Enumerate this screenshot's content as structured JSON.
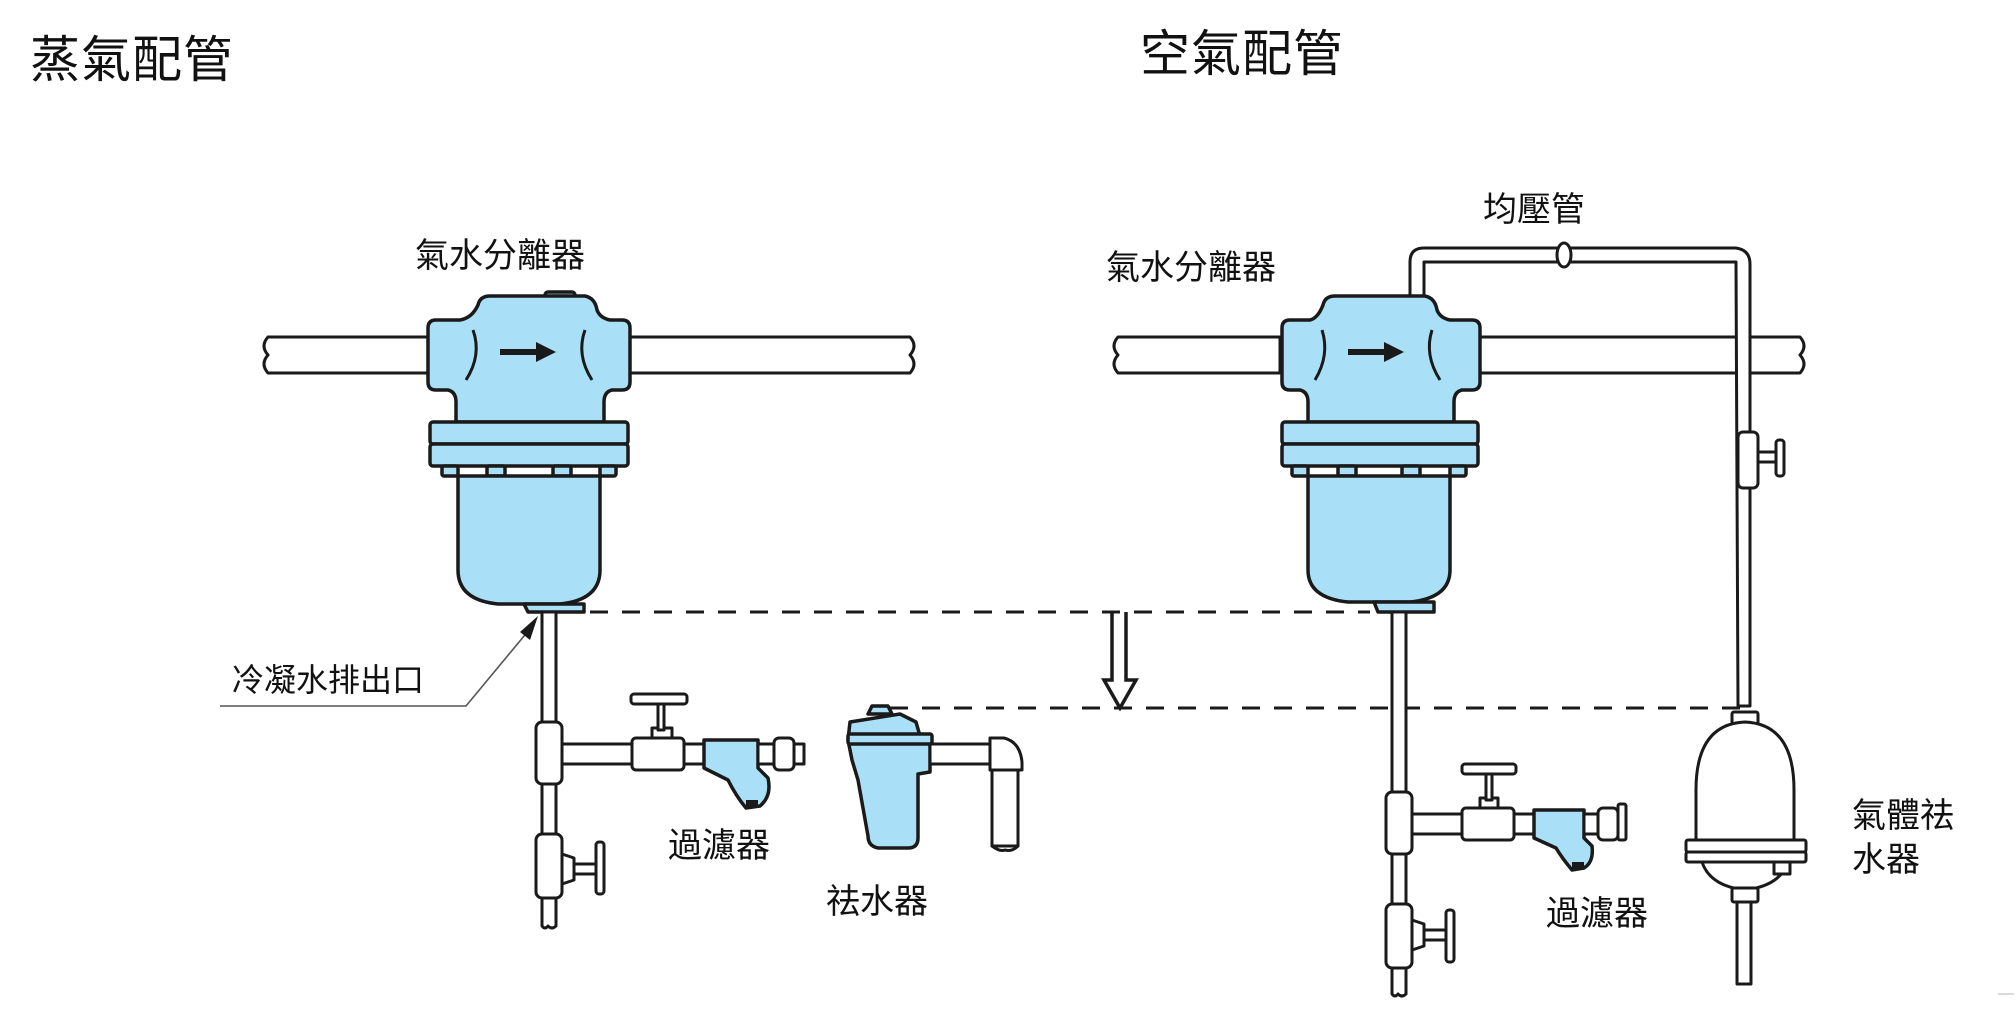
{
  "titles": {
    "steam_piping": "蒸氣配管",
    "air_piping": "空氣配管"
  },
  "steam": {
    "separator_label": "氣水分離器",
    "condensate_outlet_label": "冷凝水排出口",
    "strainer_label": "過濾器",
    "steam_trap_label": "祛水器"
  },
  "air": {
    "separator_label": "氣水分離器",
    "balance_pipe_label": "均壓管",
    "strainer_label": "過濾器",
    "air_trap_label_line1": "氣體祛",
    "air_trap_label_line2": "水器"
  },
  "colors": {
    "component_fill": "#a9e0f7",
    "outline": "#1a1a1a"
  }
}
